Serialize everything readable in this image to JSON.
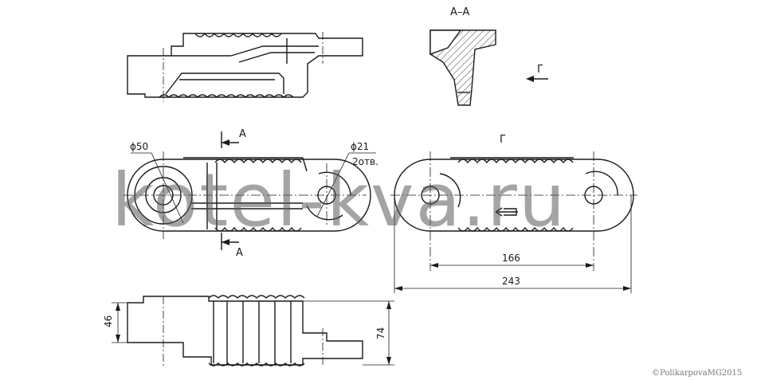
{
  "labels": {
    "section_title": "А–А",
    "view_arrow_top": "Г",
    "view_title": "Г",
    "section_mark_top": "А",
    "section_mark_bottom": "А"
  },
  "callouts": {
    "d50": "ϕ50",
    "d21": "ϕ21",
    "holes": "2отв."
  },
  "dimensions": {
    "d166": "166",
    "d243": "243",
    "d46": "46",
    "d74": "74"
  },
  "watermark": "kotel-kva.ru",
  "copyright": "©PolikarpovaMG2015",
  "colors": {
    "line": "#1a1a1a",
    "watermark": "#5a5a5a"
  }
}
